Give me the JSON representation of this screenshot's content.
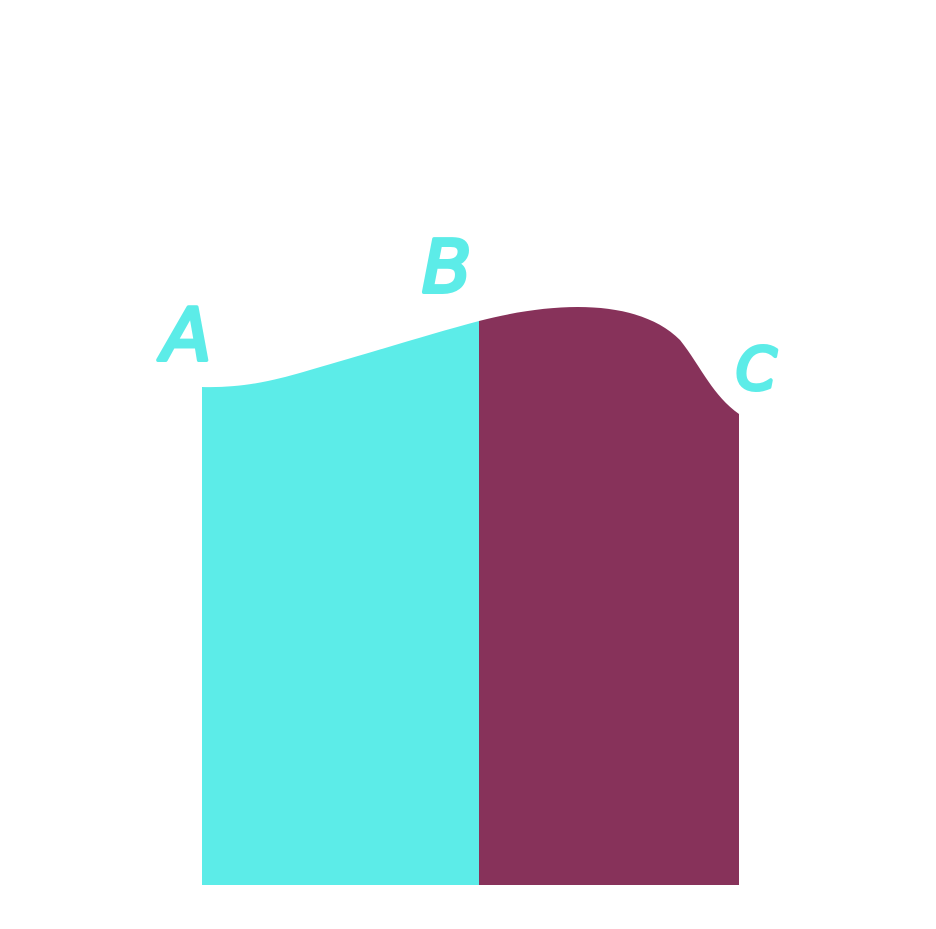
{
  "diagram": {
    "labels": [
      {
        "id": "a",
        "text": "A"
      },
      {
        "id": "b",
        "text": "B"
      },
      {
        "id": "c",
        "text": "C"
      }
    ],
    "regions": [
      {
        "id": "left",
        "color": "#5cece8"
      },
      {
        "id": "right",
        "color": "#87325a"
      }
    ],
    "label_color": "#5cece8",
    "background": "#ffffff"
  }
}
